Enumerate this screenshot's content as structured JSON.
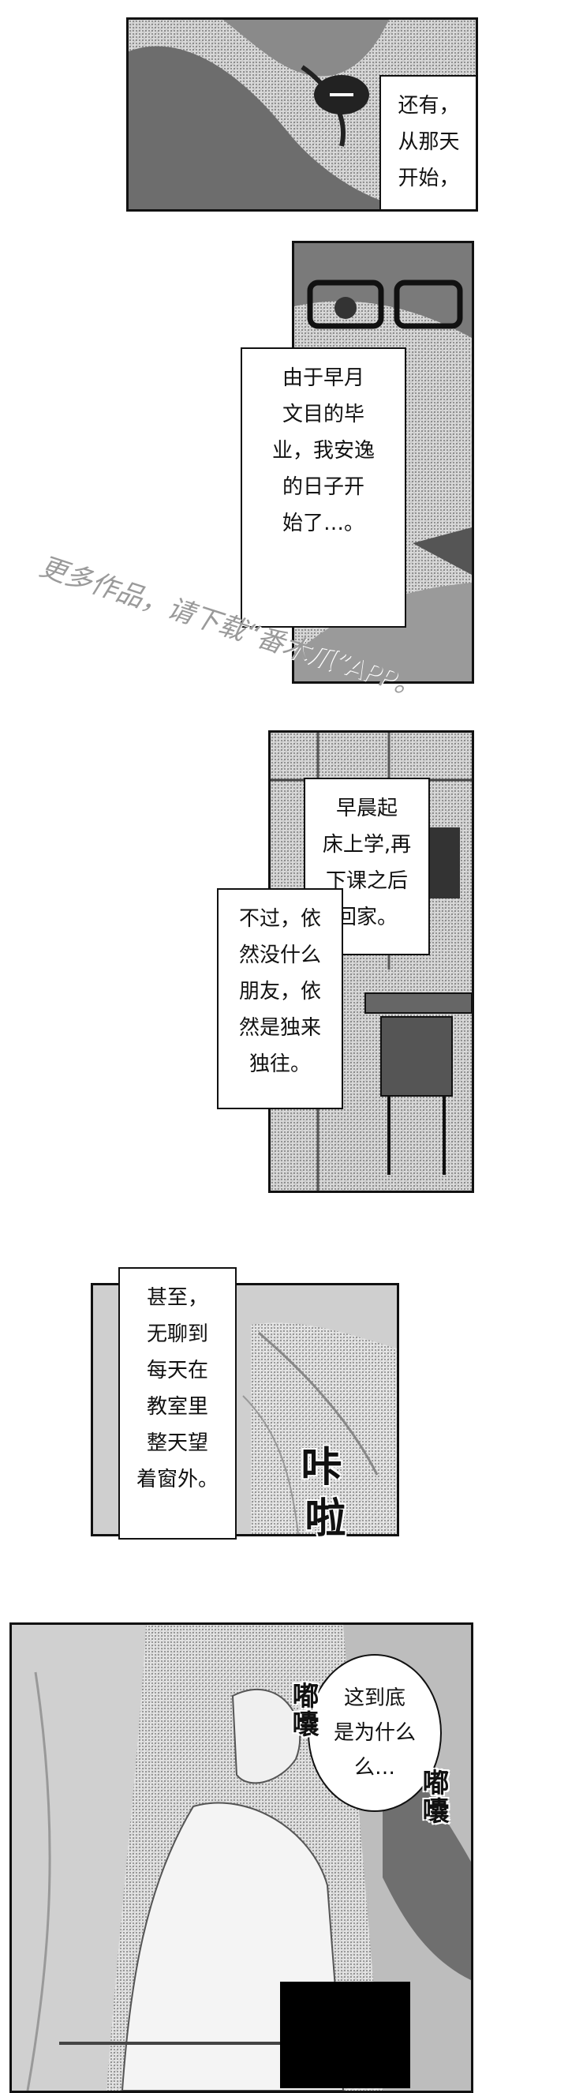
{
  "panel1": {
    "caption": "还有，\n从那天\n开始，"
  },
  "panel2": {
    "caption": "由于早月\n文目的毕\n业，我安逸\n的日子开\n始了…。"
  },
  "watermark": {
    "text": "更多作品，请下载“番木爪”APP。"
  },
  "panel3": {
    "caption_top": "早晨起\n床上学,再\n下课之后\n回家。",
    "caption_bottom": "不过，依\n然没什么\n朋友，依\n然是独来\n独往。"
  },
  "panel4": {
    "caption": "甚至，\n无聊到\n每天在\n教室里\n整天望\n着窗外。",
    "sfx_top": "咔",
    "sfx_bottom": "啦"
  },
  "panel5": {
    "bubble": "这到底\n是为什么\n么…",
    "sfx_left": "嘟囔",
    "sfx_right": "嘟囔"
  }
}
